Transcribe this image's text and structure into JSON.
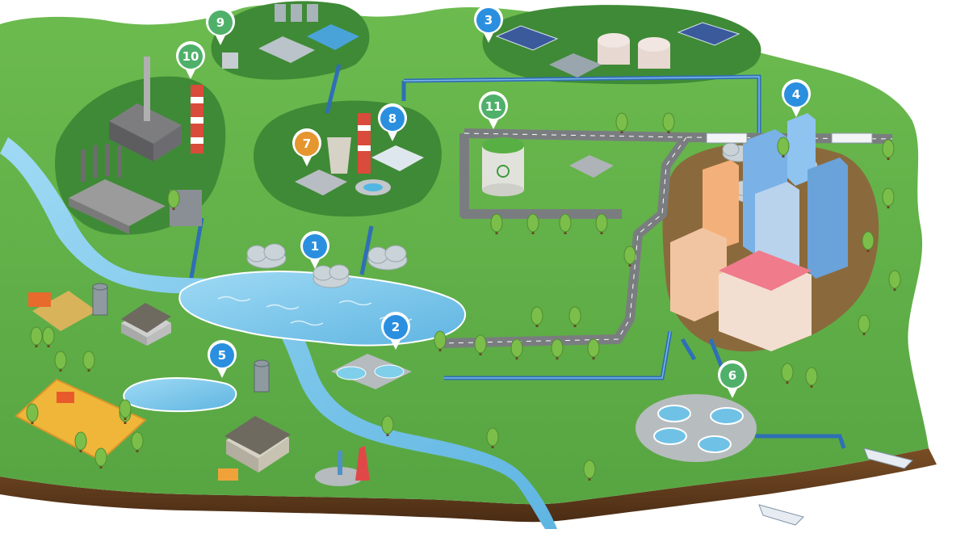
{
  "colors": {
    "grass": "#5fae47",
    "grass_dark": "#3f8c34",
    "forest_patch": "#3b7d33",
    "soil": "#6b4423",
    "soil_dark": "#4a2c14",
    "water": "#7cc8ea",
    "water_dark": "#3f9ccf",
    "pipe": "#2f6fb5",
    "road": "#8a8d8f",
    "pin_blue": "#2b8fe0",
    "pin_green": "#4fb06a",
    "pin_orange": "#e5962f"
  },
  "markers": [
    {
      "number": "1",
      "color": "blue",
      "icon": "lake-icon"
    },
    {
      "number": "2",
      "color": "blue",
      "icon": "water-treatment-icon"
    },
    {
      "number": "3",
      "color": "blue",
      "icon": "solar-farm-icon"
    },
    {
      "number": "4",
      "color": "blue",
      "icon": "city-icon"
    },
    {
      "number": "5",
      "color": "blue",
      "icon": "pond-icon"
    },
    {
      "number": "6",
      "color": "green",
      "icon": "wastewater-plant-icon"
    },
    {
      "number": "7",
      "color": "orange",
      "icon": "cooling-tower-icon"
    },
    {
      "number": "8",
      "color": "blue",
      "icon": "power-station-icon"
    },
    {
      "number": "9",
      "color": "green",
      "icon": "industrial-plant-icon"
    },
    {
      "number": "10",
      "color": "green",
      "icon": "factory-icon"
    },
    {
      "number": "11",
      "color": "green",
      "icon": "recycling-tank-icon"
    }
  ]
}
